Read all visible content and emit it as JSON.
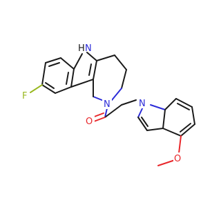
{
  "atoms": {
    "nh": "H",
    "n_h_group": "N",
    "n_ring": "N",
    "n_indole": "N",
    "o_carbonyl": "O",
    "o_methoxy": "O",
    "f": "F"
  },
  "colors": {
    "background": "#ffffff",
    "bond": "#1a1a1a",
    "nitrogen": "#2b2bd8",
    "oxygen": "#e8262a",
    "fluorine": "#99b820"
  }
}
